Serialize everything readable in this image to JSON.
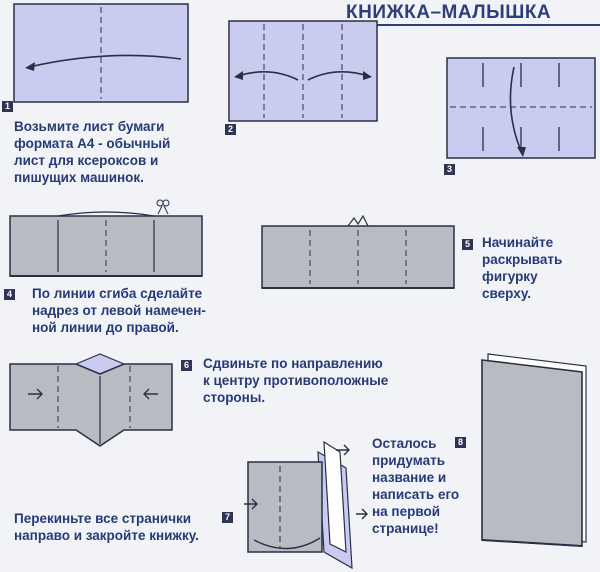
{
  "title": "КНИЖКА–МАЛЫШКА",
  "steps": [
    {
      "number": "1",
      "text": "Возьмите лист бумаги\nформата А4 - обычный\nлист для ксероксов и\nпишущих машинок."
    },
    {
      "number": "2",
      "text": ""
    },
    {
      "number": "3",
      "text": ""
    },
    {
      "number": "4",
      "text": "По линии сгиба сделайте\nнадрез от левой намечен-\nной линии до правой."
    },
    {
      "number": "5",
      "text": "Начинайте\nраскрывать\nфигурку\nсверху."
    },
    {
      "number": "6",
      "text": "Сдвиньте по направлению\nк центру противоположные\nстороны."
    },
    {
      "number": "7",
      "text": "Перекиньте все странички\nнаправо и закройте книжку."
    },
    {
      "number": "8",
      "text": "Осталось\nпридумать\nназвание и\nнаписать его\nна первой\nстранице!"
    }
  ],
  "colors": {
    "paper_light": "#c9ccee",
    "paper_gray": "#b9bbc3",
    "ink": "#263a78",
    "line": "#2b2f45"
  }
}
